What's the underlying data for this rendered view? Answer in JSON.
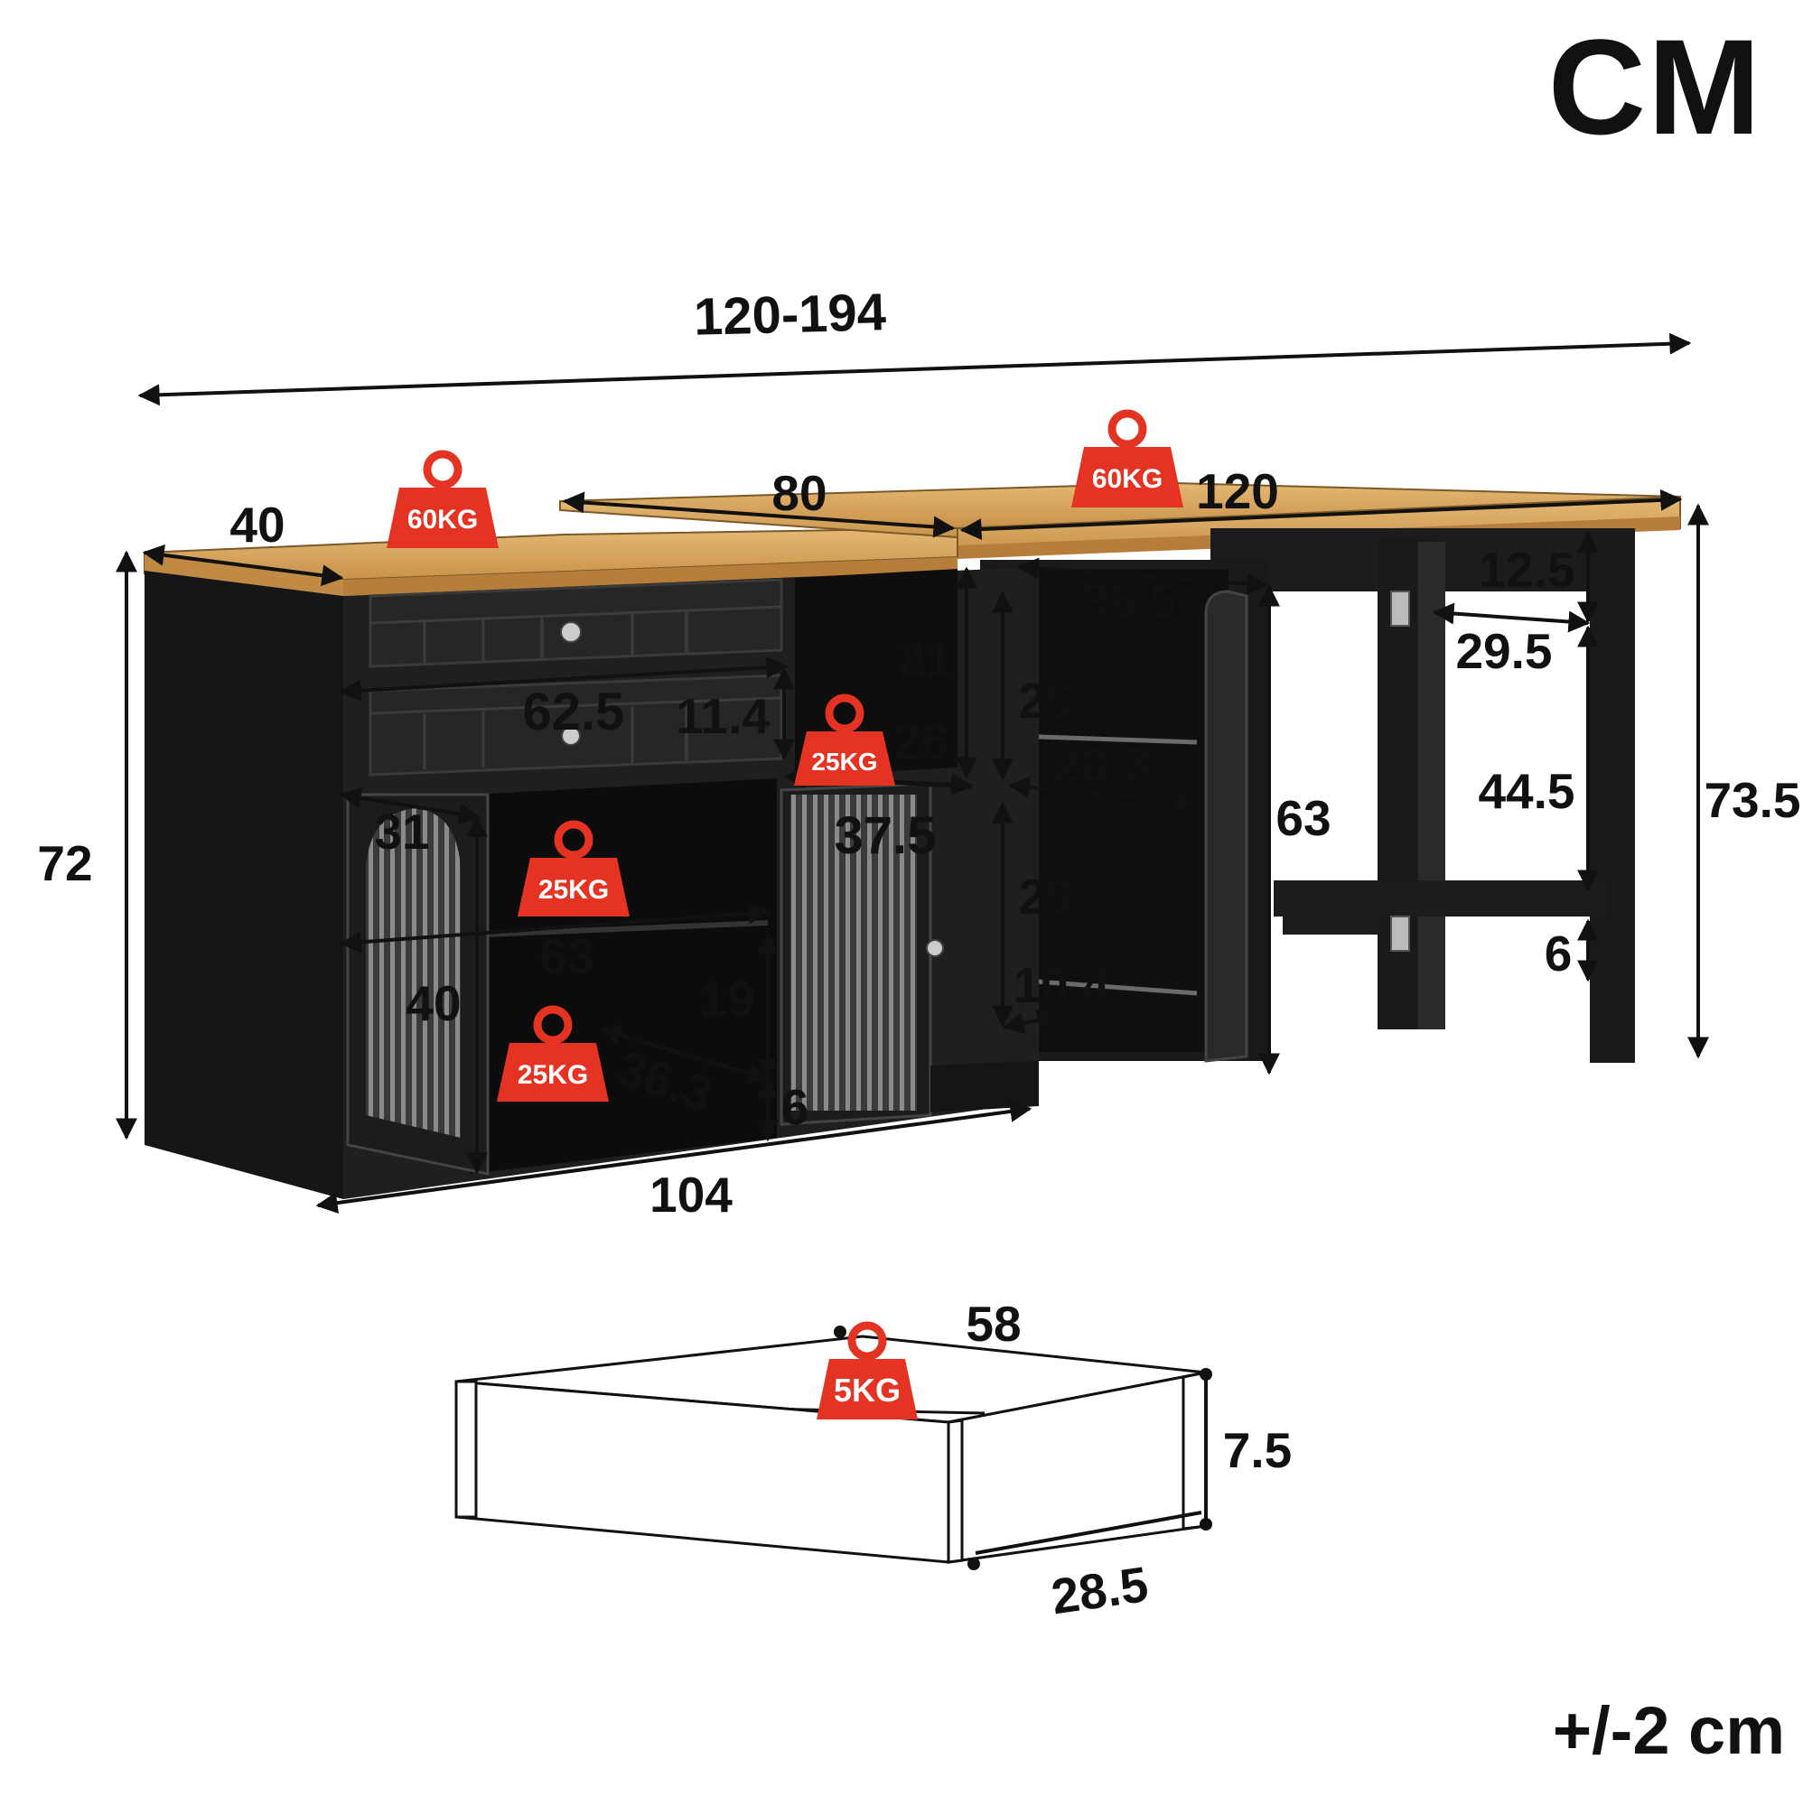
{
  "unit_label": "CM",
  "tolerance": "+/-2 cm",
  "colors": {
    "body": "#1e1e1e",
    "body_dark": "#111111",
    "wood": "#d9a85f",
    "weight_badge": "#e53323",
    "line": "#111111"
  },
  "dimensions": {
    "overall_width": "120-194",
    "cabinet_depth": "40",
    "top_left_width": "80",
    "desk_width": "120",
    "cabinet_height": "72",
    "desk_height": "73.5",
    "drawer_width_inner": "62.5",
    "drawer_height": "11.4",
    "open_shelf_height_upper": "31",
    "open_shelf_height_lower": "26",
    "open_shelf_width": "37.5",
    "door_width": "31",
    "cabinet_inner_width": "63",
    "door_height": "40",
    "inner_height_lower": "19",
    "inner_depth": "36.3",
    "base_height": "6",
    "cabinet_bottom_width": "104",
    "side_cabinet_depth": "36.5",
    "side_shelf_height_upper": "25",
    "side_shelf_width": "28.3",
    "side_shelf_height_lower": "29",
    "side_base_height": "10.4",
    "side_door_height": "63",
    "desk_apron_height": "12.5",
    "leg_spacing": "29.5",
    "leg_clear_height": "44.5",
    "stretcher_height": "6",
    "loose_drawer_length": "58",
    "loose_drawer_height": "7.5",
    "loose_drawer_depth": "28.5"
  },
  "weights": {
    "cabinet_top": "60KG",
    "desk_top": "60KG",
    "open_shelf": "25KG",
    "cabinet_shelf": "25KG",
    "cabinet_bottom": "25KG",
    "drawer": "5KG"
  }
}
